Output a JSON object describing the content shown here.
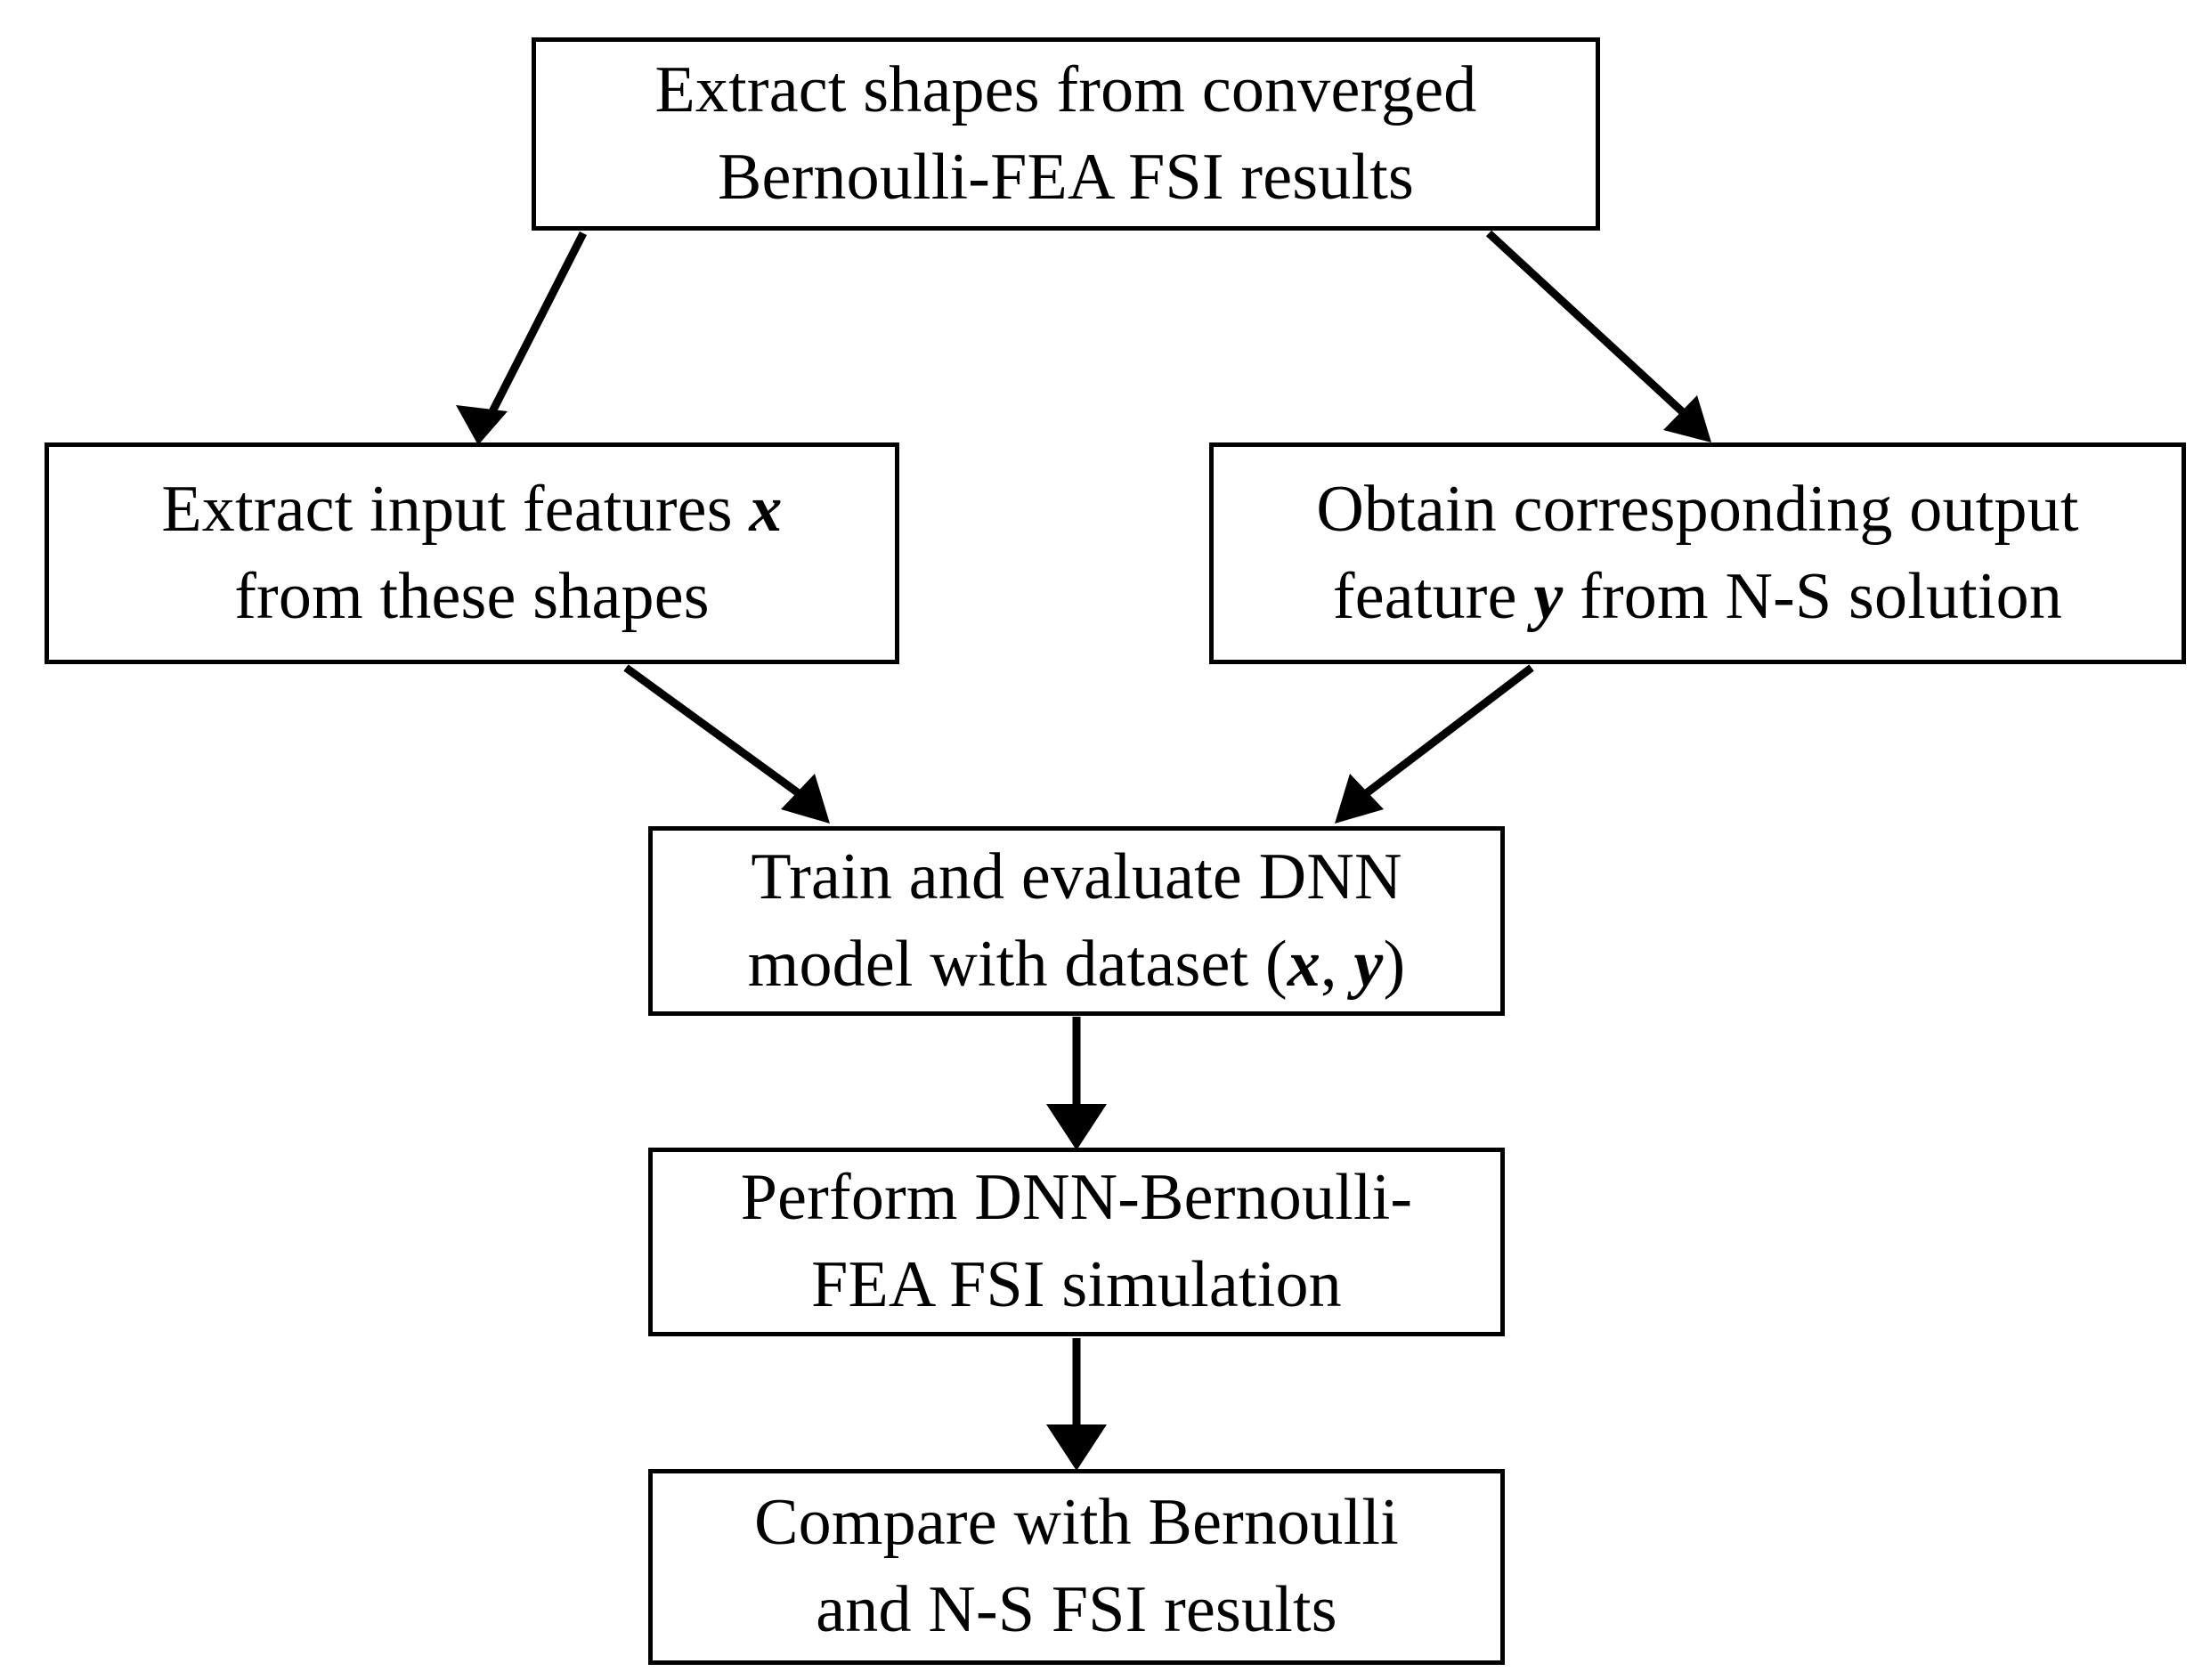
{
  "diagram": {
    "title": "DNN-Bernoulli-FEA FSI workflow flowchart",
    "type": "flowchart",
    "background_color": "#ffffff",
    "line_color": "#000000",
    "text_color": "#000000",
    "nodes": [
      {
        "id": "extract-shapes",
        "name": "extract-shapes-node",
        "line1": "Extract shapes from converged",
        "line2": "Bernoulli-FEA FSI results"
      },
      {
        "id": "input-features",
        "name": "extract-input-features-node",
        "line1_pre": "Extract input features ",
        "line1_sym": "x",
        "line1_post": "",
        "line2": "from these shapes"
      },
      {
        "id": "output-feature",
        "name": "obtain-output-feature-node",
        "line1": "Obtain corresponding output",
        "line2_pre": "feature ",
        "line2_sym": "y",
        "line2_post": " from N-S solution"
      },
      {
        "id": "train-dnn",
        "name": "train-evaluate-dnn-node",
        "line1": "Train and evaluate DNN",
        "line2_pre": "model with dataset (",
        "line2_sym1": "x",
        "line2_mid": ", ",
        "line2_sym2": "y",
        "line2_post": ")"
      },
      {
        "id": "perform-sim",
        "name": "perform-dnn-bernoulli-fea-simulation-node",
        "line1": "Perform DNN-Bernoulli-",
        "line2": "FEA FSI simulation"
      },
      {
        "id": "compare-results",
        "name": "compare-results-node",
        "line1": "Compare with Bernoulli",
        "line2": "and N-S FSI results"
      }
    ],
    "edges": [
      {
        "id": "e1",
        "from": "extract-shapes",
        "to": "input-features",
        "style": "diagonal-arrow"
      },
      {
        "id": "e2",
        "from": "extract-shapes",
        "to": "output-feature",
        "style": "diagonal-arrow"
      },
      {
        "id": "e3",
        "from": "input-features",
        "to": "train-dnn",
        "style": "diagonal-arrow"
      },
      {
        "id": "e4",
        "from": "output-feature",
        "to": "train-dnn",
        "style": "diagonal-arrow"
      },
      {
        "id": "e5",
        "from": "train-dnn",
        "to": "perform-sim",
        "style": "vertical-arrow"
      },
      {
        "id": "e6",
        "from": "perform-sim",
        "to": "compare-results",
        "style": "vertical-arrow"
      }
    ]
  }
}
